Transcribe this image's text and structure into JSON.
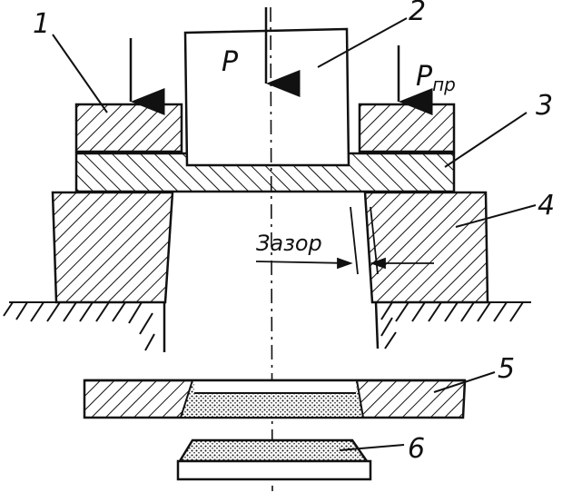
{
  "labels": {
    "part_1": "1",
    "part_2": "2",
    "part_3": "3",
    "part_4": "4",
    "part_5": "5",
    "part_6": "6",
    "force_punch": "P",
    "force_holddown": "P",
    "force_holddown_sub": "пр",
    "gap": "Зазор"
  }
}
